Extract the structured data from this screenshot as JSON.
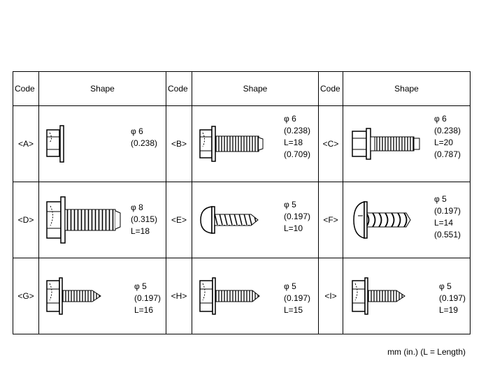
{
  "headers": {
    "code": "Code",
    "shape": "Shape"
  },
  "rows": [
    [
      {
        "code": "<A>",
        "dia": "φ 6",
        "inch": "(0.238)",
        "len": "",
        "len_in": "",
        "icon": "short-flanged-hex-bolt-icon"
      },
      {
        "code": "<B>",
        "dia": "φ 6",
        "inch": "(0.238)",
        "len": "L=18",
        "len_in": "(0.709)",
        "icon": "flanged-hex-bolt-icon"
      },
      {
        "code": "<C>",
        "dia": "φ 6",
        "inch": "(0.238)",
        "len": "L=20",
        "len_in": "(0.787)",
        "icon": "hex-bolt-washer-icon"
      }
    ],
    [
      {
        "code": "<D>",
        "dia": "φ 8",
        "inch": "(0.315)",
        "len": "L=18",
        "len_in": "",
        "icon": "large-flanged-hex-bolt-icon"
      },
      {
        "code": "<E>",
        "dia": "φ 5",
        "inch": "(0.197)",
        "len": "L=10",
        "len_in": "",
        "icon": "pan-head-tapping-screw-icon"
      },
      {
        "code": "<F>",
        "dia": "φ 5",
        "inch": "(0.197)",
        "len": "L=14",
        "len_in": "(0.551)",
        "icon": "pan-head-coarse-screw-icon"
      }
    ],
    [
      {
        "code": "<G>",
        "dia": "φ 5",
        "inch": "(0.197)",
        "len": "L=16",
        "len_in": "",
        "icon": "hex-head-tapping-screw-icon"
      },
      {
        "code": "<H>",
        "dia": "φ 5",
        "inch": "(0.197)",
        "len": "L=15",
        "len_in": "",
        "icon": "hex-head-tapping-screw-icon"
      },
      {
        "code": "<I>",
        "dia": "φ 5",
        "inch": "(0.197)",
        "len": "L=19",
        "len_in": "",
        "icon": "hex-head-tapping-screw-icon"
      }
    ]
  ],
  "footnote": "mm (in.) (L = Length)"
}
